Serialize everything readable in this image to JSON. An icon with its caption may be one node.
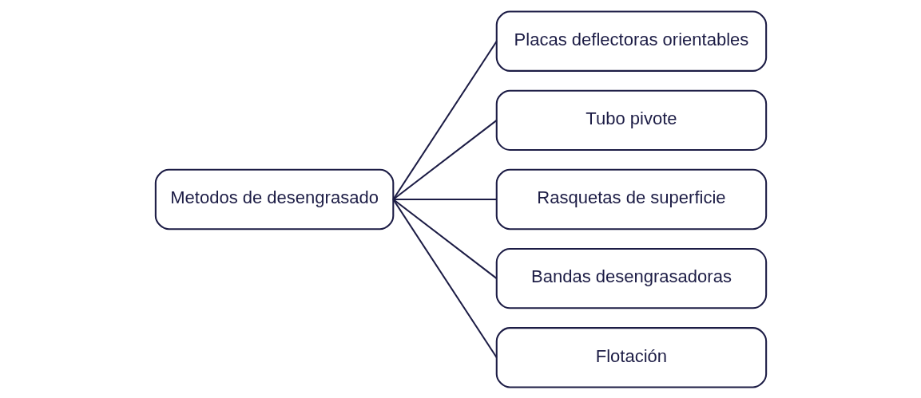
{
  "diagram": {
    "nodes": [
      {
        "text": [
          "Metodos de desengrasado"
        ]
      },
      {
        "text": [
          "Placas deflectoras orientables"
        ]
      },
      {
        "text": [
          "Tubo pivote"
        ]
      },
      {
        "text": [
          "Rasquetas de superficie"
        ]
      },
      {
        "text": [
          "Bandas desengrasadoras"
        ]
      },
      {
        "text": [
          "Flotación"
        ]
      }
    ],
    "edges": [
      {
        "from": 0,
        "to": 1,
        "arrow": "none"
      },
      {
        "from": 0,
        "to": 2,
        "arrow": "none"
      },
      {
        "from": 0,
        "to": 3,
        "arrow": "none"
      },
      {
        "from": 0,
        "to": 4,
        "arrow": "none"
      },
      {
        "from": 0,
        "to": 5,
        "arrow": "none"
      }
    ]
  }
}
